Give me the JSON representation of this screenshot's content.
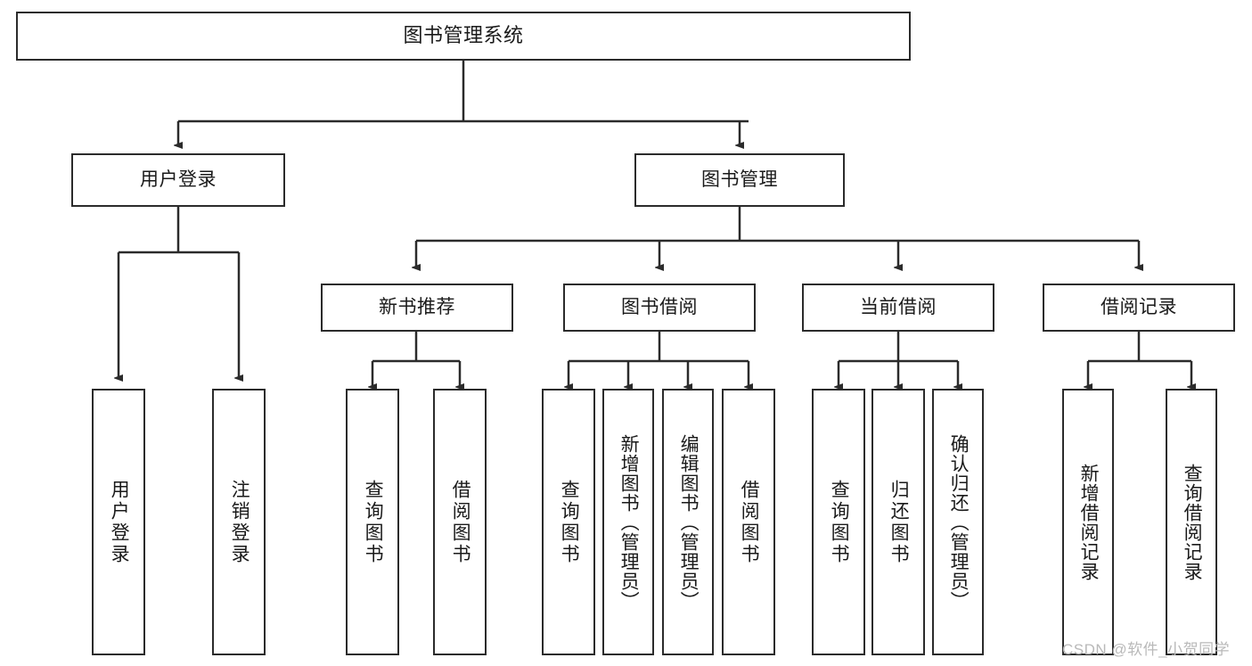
{
  "diagram": {
    "type": "tree",
    "title": "图书管理系统",
    "root": {
      "label": "图书管理系统"
    },
    "level2": [
      {
        "label": "用户登录"
      },
      {
        "label": "图书管理"
      }
    ],
    "level3": [
      {
        "label": "新书推荐"
      },
      {
        "label": "图书借阅"
      },
      {
        "label": "当前借阅"
      },
      {
        "label": "借阅记录"
      }
    ],
    "leaves_user_login": [
      {
        "label": "用户登录"
      },
      {
        "label": "注销登录"
      }
    ],
    "leaves_new_book": [
      {
        "label": "查询图书"
      },
      {
        "label": "借阅图书"
      }
    ],
    "leaves_borrow": [
      {
        "label": "查询图书"
      },
      {
        "label": "新增图书（管理员）"
      },
      {
        "label": "编辑图书（管理员）"
      },
      {
        "label": "借阅图书"
      }
    ],
    "leaves_current": [
      {
        "label": "查询图书"
      },
      {
        "label": "归还图书"
      },
      {
        "label": "确认归还（管理员）"
      }
    ],
    "leaves_records": [
      {
        "label": "新增借阅记录"
      },
      {
        "label": "查询借阅记录"
      }
    ],
    "colors": {
      "background": "#ffffff",
      "box_border": "#2b2b2b",
      "box_fill": "#ffffff",
      "line": "#2b2b2b",
      "text": "#1a1a1a",
      "watermark": "#b9b9b9"
    }
  },
  "watermark": {
    "text": "CSDN @软件_小贺同学"
  }
}
